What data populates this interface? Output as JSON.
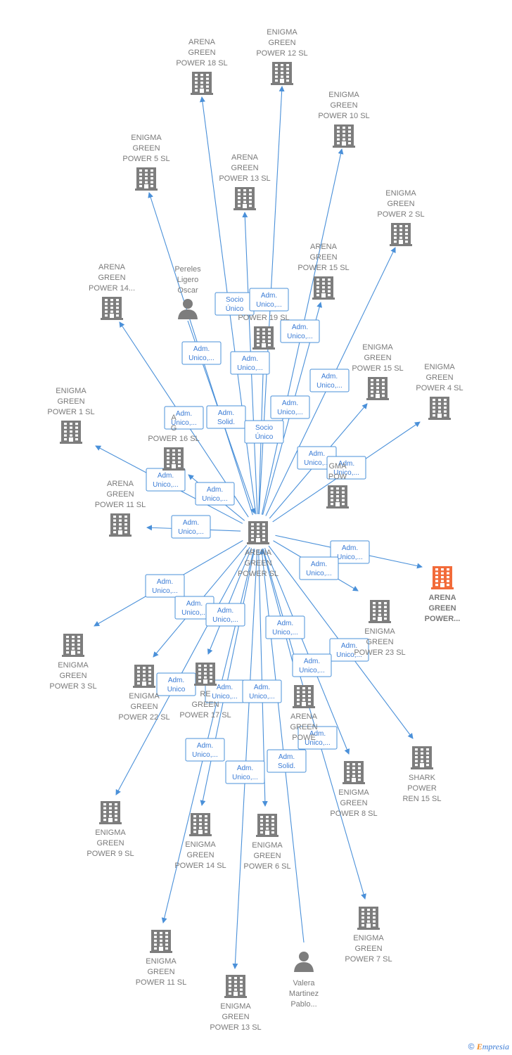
{
  "colors": {
    "edge": "#4a90d9",
    "building": "#7d7d7d",
    "highlight": "#f26b3a",
    "person": "#7d7d7d",
    "label": "#7a7a7a"
  },
  "nodes": [
    {
      "id": "center",
      "type": "building",
      "lines": [
        "ARENA",
        "GREEN",
        "POWER  SL"
      ]
    },
    {
      "id": "target",
      "type": "building",
      "highlight": true,
      "lines": [
        "ARENA",
        "GREEN",
        "POWER..."
      ]
    },
    {
      "id": "ag18",
      "type": "building",
      "lines": [
        "ARENA",
        "GREEN",
        "POWER 18  SL"
      ]
    },
    {
      "id": "eg12",
      "type": "building",
      "lines": [
        "ENIGMA",
        "GREEN",
        "POWER 12  SL"
      ]
    },
    {
      "id": "eg10",
      "type": "building",
      "lines": [
        "ENIGMA",
        "GREEN",
        "POWER 10  SL"
      ]
    },
    {
      "id": "eg5",
      "type": "building",
      "lines": [
        "ENIGMA",
        "GREEN",
        "POWER 5  SL"
      ]
    },
    {
      "id": "ag13",
      "type": "building",
      "lines": [
        "ARENA",
        "GREEN",
        "POWER 13  SL"
      ]
    },
    {
      "id": "eg2",
      "type": "building",
      "lines": [
        "ENIGMA",
        "GREEN",
        "POWER 2  SL"
      ]
    },
    {
      "id": "ag15",
      "type": "building",
      "lines": [
        "ARENA",
        "GREEN",
        "POWER 15  SL"
      ]
    },
    {
      "id": "ag14",
      "type": "building",
      "lines": [
        "ARENA",
        "GREEN",
        "POWER 14..."
      ]
    },
    {
      "id": "p_pereles",
      "type": "person",
      "lines": [
        "Pereles",
        "Ligero",
        "Oscar"
      ]
    },
    {
      "id": "ag19",
      "type": "building",
      "lines": [
        "",
        "",
        "POWER 19  SL"
      ]
    },
    {
      "id": "eg15",
      "type": "building",
      "lines": [
        "ENIGMA",
        "GREEN",
        "POWER 15  SL"
      ]
    },
    {
      "id": "eg4",
      "type": "building",
      "lines": [
        "ENIGMA",
        "GREEN",
        "POWER 4  SL"
      ]
    },
    {
      "id": "eg1",
      "type": "building",
      "lines": [
        "ENIGMA",
        "GREEN",
        "POWER 1  SL"
      ]
    },
    {
      "id": "ag16",
      "type": "building",
      "lines": [
        "A",
        "G",
        "POWER 16  SL"
      ]
    },
    {
      "id": "eg_hidden",
      "type": "building",
      "lines": [
        "",
        "GMA",
        "POW"
      ]
    },
    {
      "id": "ag11",
      "type": "building",
      "lines": [
        "ARENA",
        "GREEN",
        "POWER 11  SL"
      ]
    },
    {
      "id": "eg23",
      "type": "building",
      "lines": [
        "ENIGMA",
        "GREEN",
        "POWER 23  SL"
      ]
    },
    {
      "id": "eg3",
      "type": "building",
      "lines": [
        "ENIGMA",
        "GREEN",
        "POWER 3  SL"
      ]
    },
    {
      "id": "eg22",
      "type": "building",
      "lines": [
        "ENIGMA",
        "GREEN",
        "POWER 22  SL"
      ]
    },
    {
      "id": "ag17",
      "type": "building",
      "lines": [
        "RE",
        "GREEN",
        "POWER 17  SL"
      ]
    },
    {
      "id": "ag_x",
      "type": "building",
      "lines": [
        "ARENA",
        "GREEN",
        "POWE"
      ]
    },
    {
      "id": "shark15",
      "type": "building",
      "lines": [
        "SHARK",
        "POWER",
        "REN 15  SL"
      ]
    },
    {
      "id": "eg9",
      "type": "building",
      "lines": [
        "ENIGMA",
        "GREEN",
        "POWER 9  SL"
      ]
    },
    {
      "id": "eg14",
      "type": "building",
      "lines": [
        "ENIGMA",
        "GREEN",
        "POWER 14  SL"
      ]
    },
    {
      "id": "eg6",
      "type": "building",
      "lines": [
        "ENIGMA",
        "GREEN",
        "POWER 6  SL"
      ]
    },
    {
      "id": "eg8",
      "type": "building",
      "lines": [
        "ENIGMA",
        "GREEN",
        "POWER 8  SL"
      ]
    },
    {
      "id": "eg11",
      "type": "building",
      "lines": [
        "ENIGMA",
        "GREEN",
        "POWER 11  SL"
      ]
    },
    {
      "id": "eg13",
      "type": "building",
      "lines": [
        "ENIGMA",
        "GREEN",
        "POWER 13  SL"
      ]
    },
    {
      "id": "eg7",
      "type": "building",
      "lines": [
        "ENIGMA",
        "GREEN",
        "POWER 7  SL"
      ]
    },
    {
      "id": "p_valera",
      "type": "person",
      "lines": [
        "Valera",
        "Martinez",
        "Pablo..."
      ]
    }
  ],
  "edges": [
    {
      "from": "center",
      "to": "ag18",
      "label": [
        "Socio",
        "Único"
      ]
    },
    {
      "from": "center",
      "to": "eg12",
      "label": [
        "Adm.",
        "Unico,..."
      ]
    },
    {
      "from": "center",
      "to": "eg10",
      "label": [
        "Adm.",
        "Unico,..."
      ]
    },
    {
      "from": "center",
      "to": "eg5",
      "label": [
        "Adm.",
        "Unico,..."
      ]
    },
    {
      "from": "center",
      "to": "ag13",
      "label": [
        "Adm.",
        "Unico,..."
      ]
    },
    {
      "from": "center",
      "to": "eg2",
      "label": [
        "Adm.",
        "Unico,..."
      ]
    },
    {
      "from": "center",
      "to": "ag15",
      "label": [
        "Adm.",
        "Unico,..."
      ]
    },
    {
      "from": "center",
      "to": "ag14",
      "label": [
        "Adm.",
        "Unico,..."
      ]
    },
    {
      "from": "p_pereles",
      "to": "center",
      "label": [
        "Adm.",
        "Solid."
      ]
    },
    {
      "from": "center",
      "to": "ag19",
      "label": [
        "Socio",
        "Único"
      ]
    },
    {
      "from": "center",
      "to": "eg15",
      "label": [
        "Adm.",
        "Unico,..."
      ]
    },
    {
      "from": "center",
      "to": "eg4",
      "label": [
        "Adm.",
        "Unico,..."
      ]
    },
    {
      "from": "center",
      "to": "eg1",
      "label": [
        "Adm.",
        "Unico,..."
      ]
    },
    {
      "from": "center",
      "to": "ag16",
      "label": [
        "Adm.",
        "Unico,..."
      ]
    },
    {
      "from": "center",
      "to": "ag11",
      "label": [
        "Adm.",
        "Unico,..."
      ]
    },
    {
      "from": "center",
      "to": "target",
      "label": [
        "Adm.",
        "Unico,..."
      ]
    },
    {
      "from": "center",
      "to": "eg23",
      "label": [
        "Adm.",
        "Unico,..."
      ]
    },
    {
      "from": "center",
      "to": "eg3",
      "label": [
        "Adm.",
        "Unico,..."
      ]
    },
    {
      "from": "center",
      "to": "eg22",
      "label": [
        "Adm.",
        "Unico,..."
      ]
    },
    {
      "from": "center",
      "to": "ag17",
      "label": [
        "Adm.",
        "Unico,..."
      ]
    },
    {
      "from": "center",
      "to": "ag_x",
      "label": [
        "Adm.",
        "Unico,..."
      ]
    },
    {
      "from": "center",
      "to": "shark15",
      "label": [
        "Adm.",
        "Unico"
      ]
    },
    {
      "from": "center",
      "to": "eg9",
      "label": [
        "Adm.",
        "Unico,..."
      ]
    },
    {
      "from": "center",
      "to": "eg14",
      "label": [
        "Adm.",
        "Unico,..."
      ]
    },
    {
      "from": "center",
      "to": "eg6",
      "label": [
        "Adm.",
        "Unico,..."
      ]
    },
    {
      "from": "center",
      "to": "eg8",
      "label": [
        "Adm.",
        "Unico,..."
      ]
    },
    {
      "from": "center",
      "to": "eg11",
      "label": [
        "Adm.",
        "Unico,..."
      ]
    },
    {
      "from": "center",
      "to": "eg13",
      "label": [
        "Adm.",
        "Unico,..."
      ]
    },
    {
      "from": "center",
      "to": "eg7",
      "label": [
        "Adm.",
        "Unico,..."
      ]
    },
    {
      "from": "p_valera",
      "to": "center",
      "label": [
        "Adm.",
        "Solid."
      ]
    }
  ],
  "footer": {
    "copyright": "©",
    "brand": "mpresia",
    "brand_initial": "E"
  }
}
